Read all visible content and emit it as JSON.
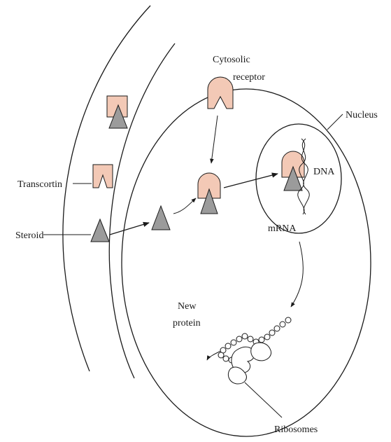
{
  "labels": {
    "cytosolic": "Cytosolic",
    "receptor": "receptor",
    "nucleus": "Nucleus",
    "transcortin": "Transcortin",
    "dna": "DNA",
    "steroid": "Steroid",
    "mrna": "mRNA",
    "new": "New",
    "protein": "protein",
    "ribosomes": "Ribosomes"
  },
  "colors": {
    "receptor_fill": "#f3c9b6",
    "steroid_fill": "#9b9b9b",
    "line": "#1a1a1a",
    "background": "#ffffff"
  }
}
